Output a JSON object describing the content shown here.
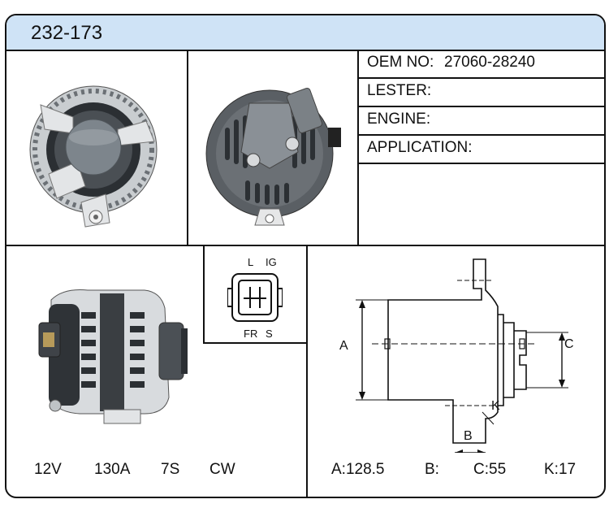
{
  "part_number": "232-173",
  "info": {
    "oem_label": "OEM NO:",
    "oem_value": "27060-28240",
    "lester_label": "LESTER:",
    "lester_value": "",
    "engine_label": "ENGINE:",
    "engine_value": "",
    "application_label": "APPLICATION:",
    "application_value": ""
  },
  "specs": {
    "voltage": "12V",
    "amperage": "130A",
    "pulley": "7S",
    "rotation": "CW"
  },
  "connector": {
    "top_left": "L",
    "top_right": "IG",
    "bottom_left": "FR",
    "bottom_right": "S"
  },
  "dimensions": {
    "label_a": "A",
    "label_b": "B",
    "label_c": "C",
    "label_k": "K",
    "a_value": "A:128.5",
    "b_value": "B:",
    "c_value": "C:55",
    "k_value": "K:17"
  }
}
